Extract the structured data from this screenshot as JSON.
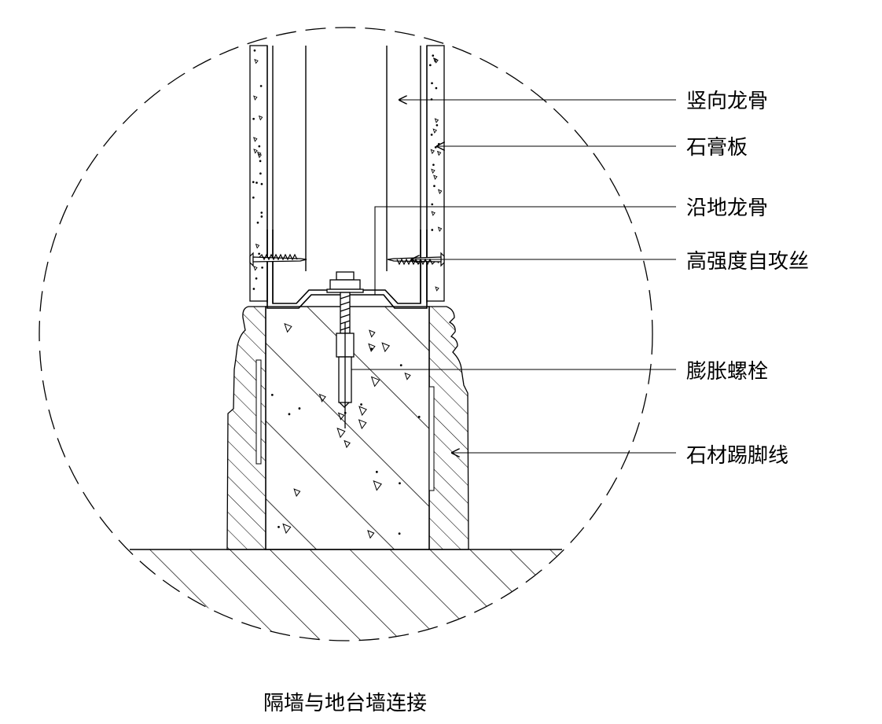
{
  "callouts": [
    {
      "id": "vertical-stud",
      "label": "竖向龙骨"
    },
    {
      "id": "gypsum-board",
      "label": "石膏板"
    },
    {
      "id": "floor-track",
      "label": "沿地龙骨"
    },
    {
      "id": "self-tapping-screw",
      "label": "高强度自攻丝"
    },
    {
      "id": "expansion-bolt",
      "label": "膨胀螺栓"
    },
    {
      "id": "stone-skirting",
      "label": "石材踢脚线"
    }
  ],
  "caption": "隔墙与地台墙连接"
}
